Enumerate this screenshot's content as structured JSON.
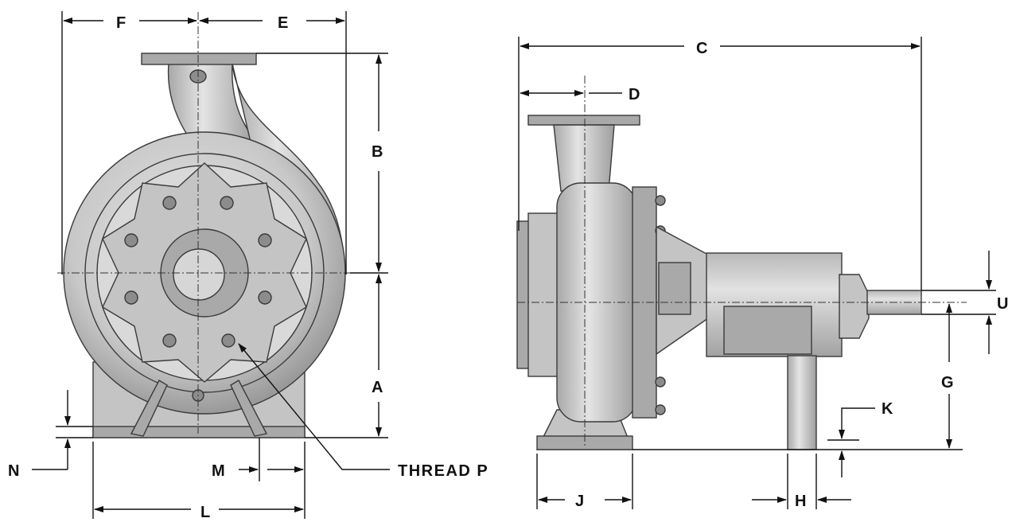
{
  "labels": {
    "A": "A",
    "B": "B",
    "C": "C",
    "D": "D",
    "E": "E",
    "F": "F",
    "G": "G",
    "H": "H",
    "J": "J",
    "K": "K",
    "L": "L",
    "M": "M",
    "N": "N",
    "U": "U",
    "thread": "THREAD P"
  }
}
